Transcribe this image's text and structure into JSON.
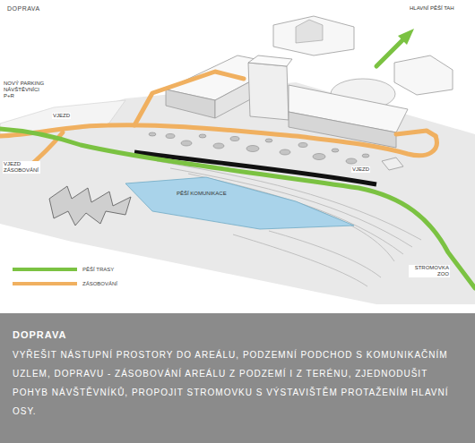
{
  "diagram": {
    "title": "DOPRAVA",
    "nodes": [
      {
        "text": [
          "DOPRAVA",
          "VYŘEŠIT NÁSTUPNÍ PROSTORY DO AREÁLU, PODZEMNÍ PODCHOD S KOMUNIKAČNÍM UZLEM, DOPRAVU - ZÁSOBOVÁNÍ AREÁLU Z PODZEMÍ I Z TERÉNU, ZJEDNODUŠIT POHYB NÁVŠTĚVNÍKŮ, PROPOJIT STROMOVKU S VÝSTAVIŠTĚM PROTAŽENÍM HLAVNÍ OSY."
        ]
      }
    ],
    "labels": [
      "HLAVNÍ PĚŠÍ TAH",
      "NOVÝ PARKING NÁVŠTĚVNÍCI P+R",
      "VJEZD",
      "VJEZD ZÁSOBOVÁNÍ",
      "VJEZD",
      "PĚŠÍ KOMUNIKACE",
      "STROMOVKA ZOO"
    ],
    "legend": [
      {
        "text": "PĚŠÍ TRASY",
        "color": "#7bc242"
      },
      {
        "text": "ZÁSOBOVÁNÍ",
        "color": "#f0b060"
      }
    ]
  }
}
